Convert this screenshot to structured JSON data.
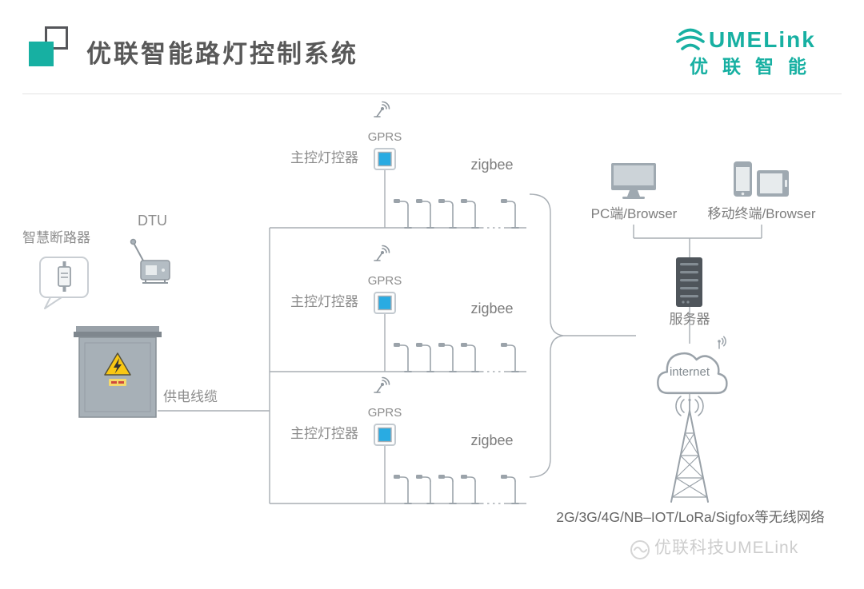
{
  "header": {
    "title": "优联智能路灯控制系统",
    "logo_text": "UMELink",
    "logo_subtext": "优联智能"
  },
  "left": {
    "breaker_label": "智慧断路器",
    "dtu_label": "DTU",
    "cable_label": "供电线缆"
  },
  "rows": [
    {
      "controller": "主控灯控器",
      "gprs": "GPRS",
      "zigbee": "zigbee"
    },
    {
      "controller": "主控灯控器",
      "gprs": "GPRS",
      "zigbee": "zigbee"
    },
    {
      "controller": "主控灯控器",
      "gprs": "GPRS",
      "zigbee": "zigbee"
    }
  ],
  "right": {
    "pc_label": "PC端/Browser",
    "mobile_label": "移动终端/Browser",
    "server_label": "服务器",
    "internet_label": "internet",
    "network_label": "2G/3G/4G/NB–IOT/LoRa/Sigfox等无线网络"
  },
  "watermark": {
    "text": "优联科技UMELink"
  },
  "colors": {
    "brand_teal": "#17b0a2",
    "controller_blue": "#29abe2",
    "warning_yellow": "#f9c713",
    "line_gray": "#a8aeb4",
    "device_gray": "#9fa9b1",
    "server_dark": "#4f555b",
    "label_gray": "#8c8c8c"
  }
}
